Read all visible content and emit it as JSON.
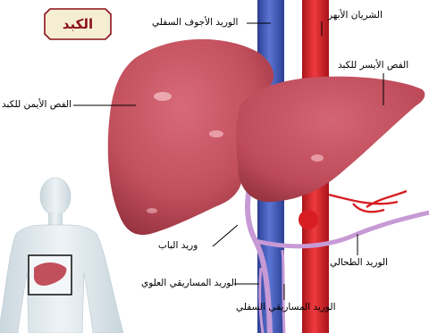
{
  "title": "الكبد",
  "labels": {
    "ivc": "الوريد الأجوف السفلي",
    "aorta": "الشريان الأبهر",
    "left_lobe": "الفص الأيسر للكبد",
    "right_lobe": "الفص الأيمن للكبد",
    "portal_vein": "وريد الباب",
    "splenic_vein": "الوريد الطحالي",
    "superior_mesenteric": "الوريد المساريقي العلوي",
    "inferior_mesenteric": "الوريد المساريقي السفلي"
  },
  "colors": {
    "liver": "#c24f5c",
    "liver_shadow": "#8e2e3a",
    "vein_blue": "#3d57b8",
    "artery_red": "#d81e22",
    "purple_vessel": "#c79ad6",
    "title_border": "#8b0f1a",
    "title_bg": "#f6eed2"
  },
  "icons": [
    "human-body-figure",
    "liver-thumbnail"
  ]
}
